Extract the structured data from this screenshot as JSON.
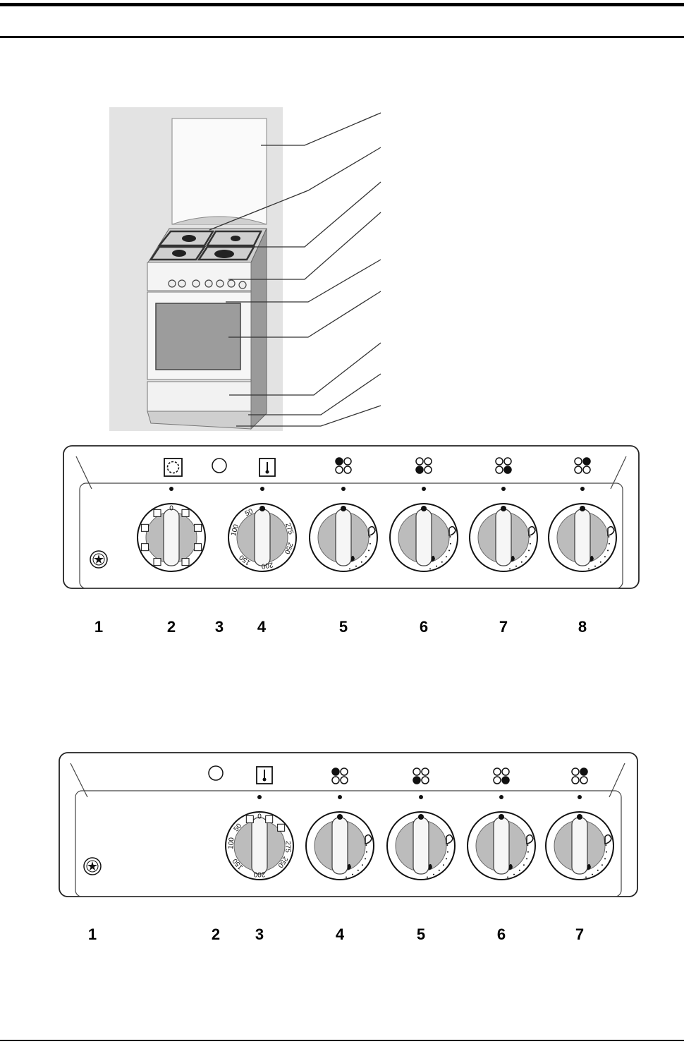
{
  "panel_a": {
    "callouts": [
      "1",
      "2",
      "3",
      "4",
      "5",
      "6",
      "7",
      "8"
    ],
    "selector_zero": "0",
    "thermostat_scale": [
      "50",
      "100",
      "150",
      "200",
      "250",
      "275"
    ]
  },
  "panel_b": {
    "callouts": [
      "1",
      "2",
      "3",
      "4",
      "5",
      "6",
      "7"
    ],
    "thermostat_zero": "0",
    "thermostat_scale": [
      "50",
      "100",
      "150",
      "200",
      "250",
      "275"
    ]
  },
  "icons": {
    "ignition": "spark-icon",
    "timer": "timer-icon",
    "lamp": "indicator-lamp-icon",
    "thermostat": "thermometer-icon",
    "burners": [
      "burner-rear-left-icon",
      "burner-front-left-icon",
      "burner-front-right-icon",
      "burner-rear-right-icon"
    ]
  }
}
